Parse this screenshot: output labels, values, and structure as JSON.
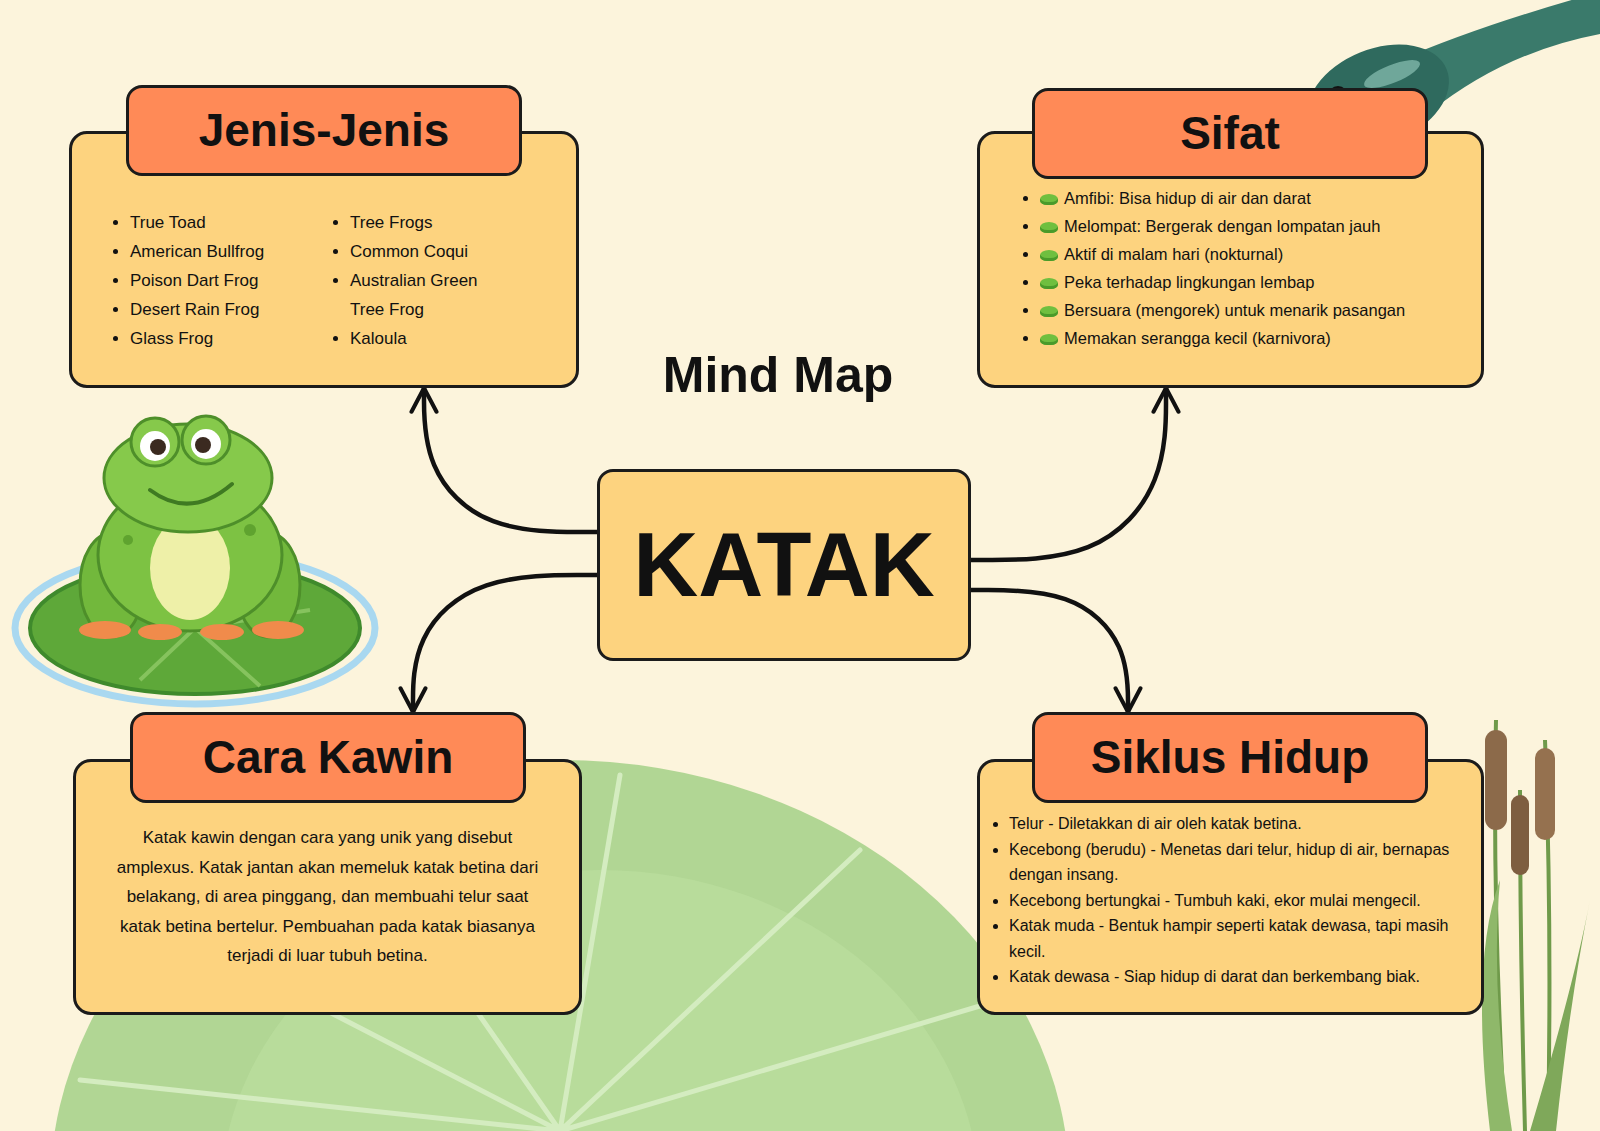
{
  "diagram": {
    "title": "Mind Map",
    "nodes": [
      {
        "text": [
          "Jenis-Jenis",
          "True Toad",
          "American Bullfrog",
          "Poison Dart Frog",
          "Desert Rain Frog",
          "Glass Frog",
          "Tree Frogs",
          "Common Coqui",
          "Australian Green Tree Frog",
          "Kaloula"
        ]
      },
      {
        "text": [
          "Sifat",
          "Amfibi: Bisa hidup di air dan darat",
          "Melompat: Bergerak dengan lompatan jauh",
          "Aktif di malam hari (nokturnal)",
          "Peka terhadap lingkungan lembap",
          "Bersuara (mengorek) untuk menarik pasangan",
          "Memakan serangga kecil (karnivora)"
        ]
      },
      {
        "text": [
          "KATAK"
        ]
      },
      {
        "text": [
          "Cara Kawin",
          "Katak kawin dengan cara yang unik yang disebut amplexus. Katak jantan akan memeluk katak betina dari belakang, di area pinggang, dan membuahi telur saat katak betina bertelur. Pembuahan pada katak biasanya terjadi di luar tubuh betina."
        ]
      },
      {
        "text": [
          "Siklus Hidup",
          "Telur - Diletakkan di air oleh katak betina.",
          "Kecebong (berudu) - Menetas dari telur, hidup di air, bernapas dengan insang.",
          "Kecebong bertungkai - Tumbuh kaki, ekor mulai mengecil.",
          "Katak muda - Bentuk hampir seperti katak dewasa, tapi masih kecil.",
          "Katak dewasa - Siap hidup di darat dan berkembang biak."
        ]
      }
    ],
    "edges": [
      {
        "from": 2,
        "to": 0,
        "arrow": "to"
      },
      {
        "from": 2,
        "to": 1,
        "arrow": "to"
      },
      {
        "from": 2,
        "to": 3,
        "arrow": "to"
      },
      {
        "from": 2,
        "to": 4,
        "arrow": "to"
      }
    ]
  }
}
